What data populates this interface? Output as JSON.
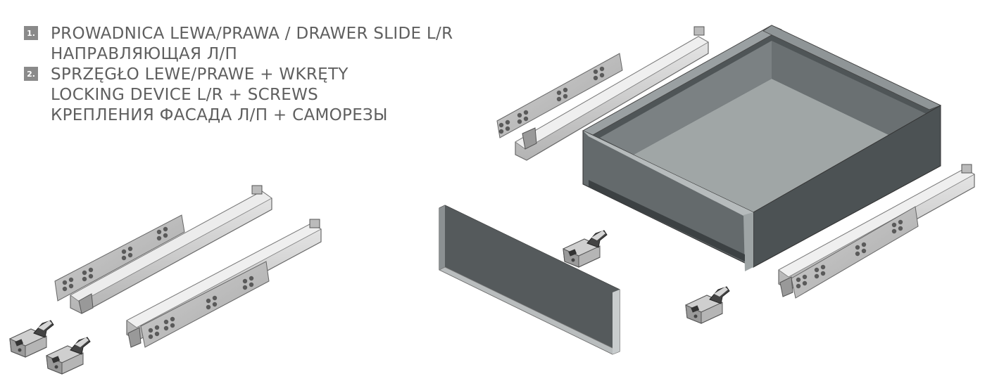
{
  "legend": [
    {
      "number": "1.",
      "lines": [
        "PROWADNICA LEWA/PRAWA / DRAWER SLIDE L/R",
        "НАПРАВЛЯЮЩАЯ Л/П"
      ]
    },
    {
      "number": "2.",
      "lines": [
        "SPRZĘGŁO LEWE/PRAWE + WKRĘTY",
        "LOCKING DEVICE L/R + SCREWS",
        "КРЕПЛЕНИЯ ФАСАДА Л/П + САМОРЕЗЫ"
      ]
    }
  ],
  "colors": {
    "text": "#5f5f5f",
    "badge": "#8a8a8a",
    "metal_light": "#d9d9d9",
    "metal_mid": "#bdbdbd",
    "metal_dark": "#8e8e8e",
    "box_outer": "#4f5557",
    "box_inner_wall": "#6d7375",
    "box_floor": "#a0a6a6",
    "front_panel": "#5d6264"
  }
}
